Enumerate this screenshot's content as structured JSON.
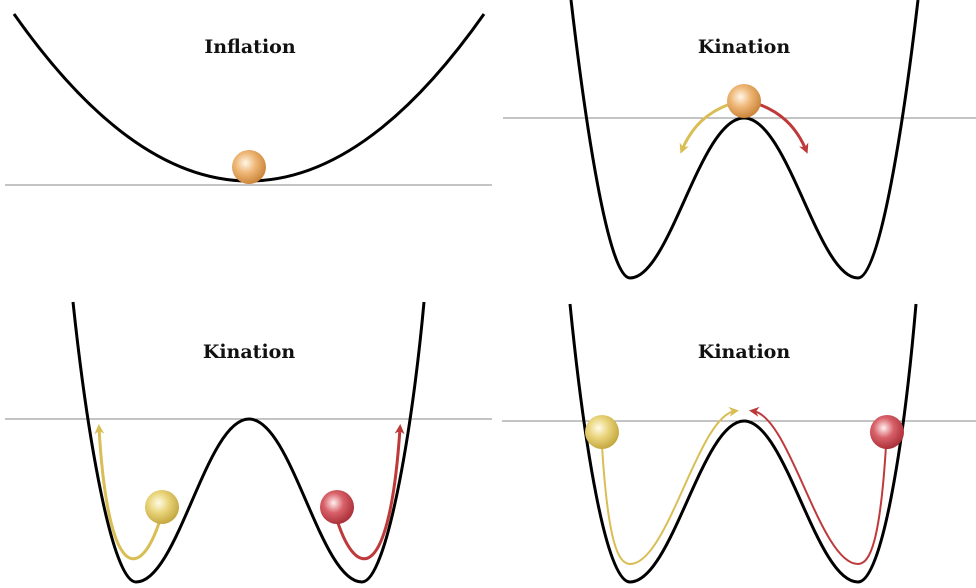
{
  "panels": [
    {
      "id": "top-left",
      "title": "Inflation"
    },
    {
      "id": "top-right",
      "title": "Kination"
    },
    {
      "id": "bottom-left",
      "title": "Kination"
    },
    {
      "id": "bottom-right",
      "title": "Kination"
    }
  ],
  "colors": {
    "potential_curve": "#000000",
    "reference_line": "#888888",
    "ball_orange": "#e7a35a",
    "ball_yellow": "#e2cb62",
    "ball_red": "#c8424a",
    "arrow_yellow": "#d9bd55",
    "arrow_red": "#be3a3a"
  }
}
